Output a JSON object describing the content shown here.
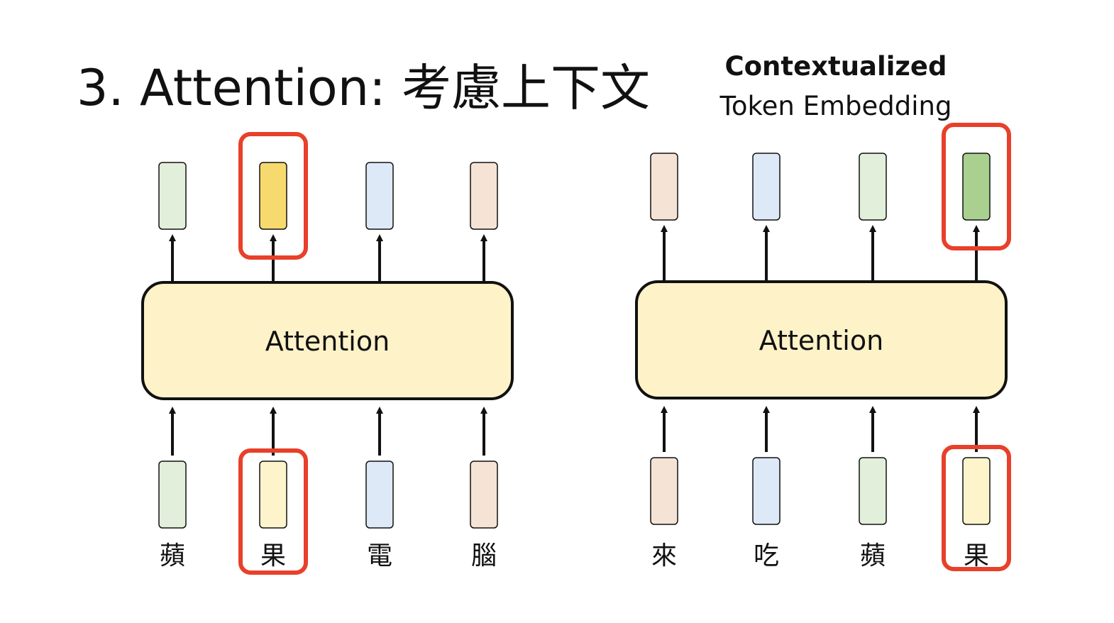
{
  "slide": {
    "title": "3. Attention: 考慮上下文",
    "subtitle_bold": "Contextualized",
    "subtitle": "Token Embedding"
  },
  "colors": {
    "green_light": "#e2efda",
    "yellow_bright": "#f7da6e",
    "blue_light": "#dde9f6",
    "peach_light": "#f5e3d6",
    "yellow_light": "#fdf4cc",
    "green_medium": "#a9d08e",
    "block_fill": "#fdf2c8",
    "highlight": "#e8402a",
    "stroke": "#111111"
  },
  "diagrams": [
    {
      "block_label": "Attention",
      "tokens": [
        {
          "char": "蘋",
          "input_color": "green_light",
          "output_color": "green_light",
          "highlighted": false
        },
        {
          "char": "果",
          "input_color": "yellow_light",
          "output_color": "yellow_bright",
          "highlighted": true
        },
        {
          "char": "電",
          "input_color": "blue_light",
          "output_color": "blue_light",
          "highlighted": false
        },
        {
          "char": "腦",
          "input_color": "peach_light",
          "output_color": "peach_light",
          "highlighted": false
        }
      ]
    },
    {
      "block_label": "Attention",
      "tokens": [
        {
          "char": "來",
          "input_color": "peach_light",
          "output_color": "peach_light",
          "highlighted": false
        },
        {
          "char": "吃",
          "input_color": "blue_light",
          "output_color": "blue_light",
          "highlighted": false
        },
        {
          "char": "蘋",
          "input_color": "green_light",
          "output_color": "green_light",
          "highlighted": false
        },
        {
          "char": "果",
          "input_color": "yellow_light",
          "output_color": "green_medium",
          "highlighted": true
        }
      ]
    }
  ]
}
